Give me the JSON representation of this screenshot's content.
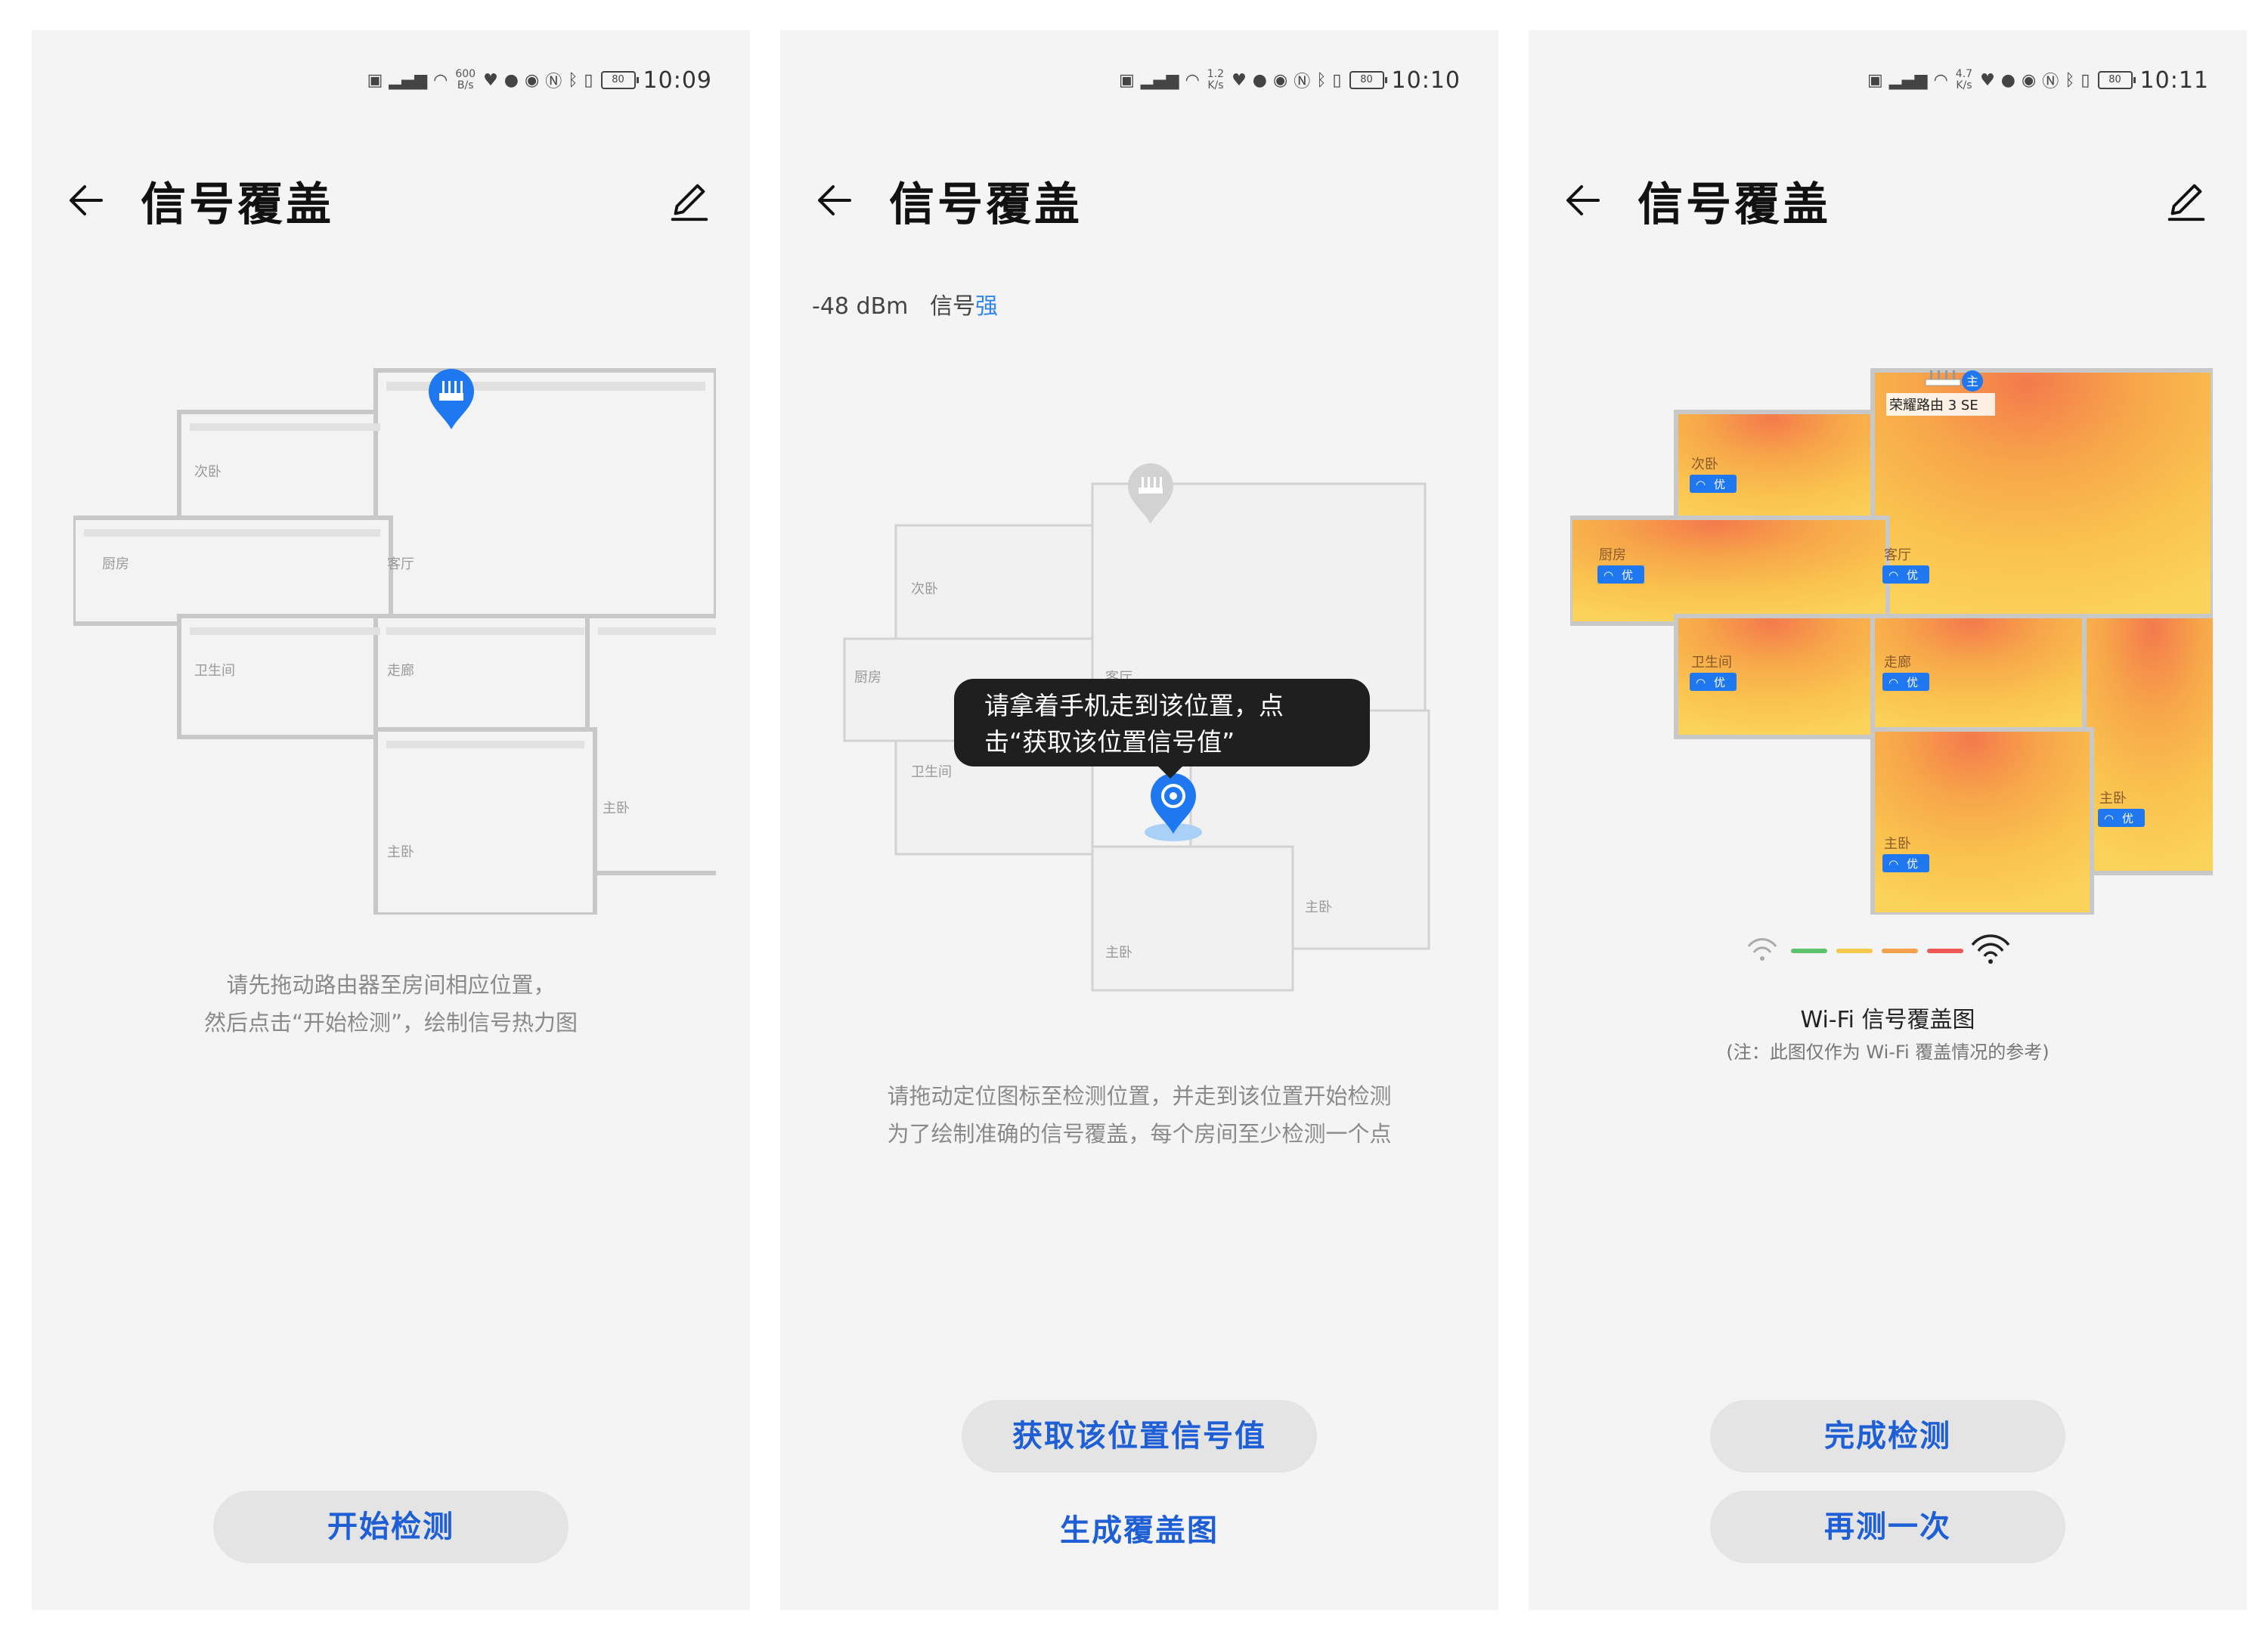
{
  "screens": [
    {
      "status": {
        "net_rate_top": "600",
        "net_rate_bottom": "B/s",
        "battery": "80",
        "time": "10:09"
      },
      "title": "信号覆盖",
      "rooms": {
        "second_bedroom": "次卧",
        "kitchen": "厨房",
        "living_room": "客厅",
        "bathroom": "卫生间",
        "hallway": "走廊",
        "master_bedroom_a": "主卧",
        "master_bedroom_b": "主卧"
      },
      "caption_line1": "请先拖动路由器至房间相应位置，",
      "caption_line2": "然后点击“开始检测”，绘制信号热力图",
      "primary_button": "开始检测"
    },
    {
      "status": {
        "net_rate_top": "1.2",
        "net_rate_bottom": "K/s",
        "battery": "80",
        "time": "10:10"
      },
      "title": "信号覆盖",
      "signal_value": "-48 dBm",
      "signal_label": "信号",
      "signal_quality": "强",
      "rooms": {
        "second_bedroom": "次卧",
        "kitchen": "厨房",
        "living_room": "客厅",
        "bathroom": "卫生间",
        "master_bedroom_a": "主卧",
        "master_bedroom_b": "主卧"
      },
      "tooltip_line1": "请拿着手机走到该位置，点",
      "tooltip_line2": "击“获取该位置信号值”",
      "caption_line1": "请拖动定位图标至检测位置，并走到该位置开始检测",
      "caption_line2": "为了绘制准确的信号覆盖，每个房间至少检测一个点",
      "primary_button": "获取该位置信号值",
      "secondary_button": "生成覆盖图"
    },
    {
      "status": {
        "net_rate_top": "4.7",
        "net_rate_bottom": "K/s",
        "battery": "80",
        "time": "10:11"
      },
      "title": "信号覆盖",
      "router_badge": "主",
      "router_label": "荣耀路由 3 SE",
      "signal_tag": "优",
      "rooms": {
        "second_bedroom": "次卧",
        "kitchen": "厨房",
        "living_room": "客厅",
        "bathroom": "卫生间",
        "hallway": "走廊",
        "master_bedroom_a": "主卧",
        "master_bedroom_b": "主卧"
      },
      "legend_colors": [
        "#5cc36a",
        "#f5c84c",
        "#f5a04c",
        "#ef5656"
      ],
      "legend_title": "Wi-Fi 信号覆盖图",
      "legend_note": "(注：此图仅作为 Wi-Fi 覆盖情况的参考)",
      "primary_button": "完成检测",
      "secondary_button": "再测一次"
    }
  ]
}
